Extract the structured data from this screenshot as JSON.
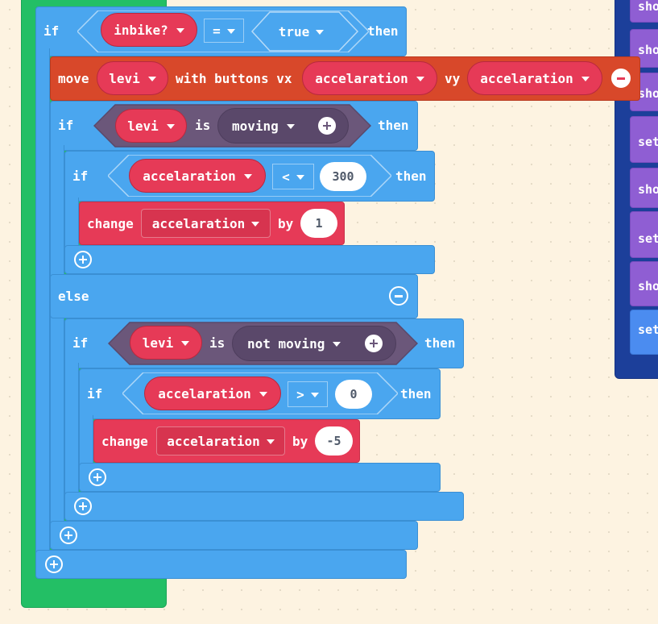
{
  "outer_if": {
    "if": "if",
    "variable": "inbike?",
    "operator": "=",
    "value": "true",
    "then": "then"
  },
  "move": {
    "label": "move",
    "sprite": "levi",
    "with_buttons": "with buttons vx",
    "vx": "accelaration",
    "vy_label": "vy",
    "vy": "accelaration"
  },
  "if_moving": {
    "if": "if",
    "sprite": "levi",
    "is": "is",
    "state": "moving",
    "then": "then"
  },
  "if_less": {
    "if": "if",
    "variable": "accelaration",
    "operator": "<",
    "value": "300",
    "then": "then"
  },
  "change_up": {
    "label": "change",
    "variable": "accelaration",
    "by": "by",
    "value": "1"
  },
  "else_label": "else",
  "if_not_moving": {
    "if": "if",
    "sprite": "levi",
    "is": "is",
    "state": "not moving",
    "then": "then"
  },
  "if_greater": {
    "if": "if",
    "variable": "accelaration",
    "operator": ">",
    "value": "0",
    "then": "then"
  },
  "change_down": {
    "label": "change",
    "variable": "accelaration",
    "by": "by",
    "value": "-5"
  },
  "side_blocks": [
    "sho",
    "sho",
    "sho",
    "set",
    "sho",
    "set",
    "sho",
    "set"
  ],
  "colors": {
    "logic_blue": "#4aa6ef",
    "loop_green": "#23bf65",
    "sprite_orange": "#d8482a",
    "variable_red": "#e63a57",
    "sprite_purple": "#6b577a",
    "sidebar_navy": "#1c3f9a",
    "looks_purple": "#8f5ed3"
  }
}
